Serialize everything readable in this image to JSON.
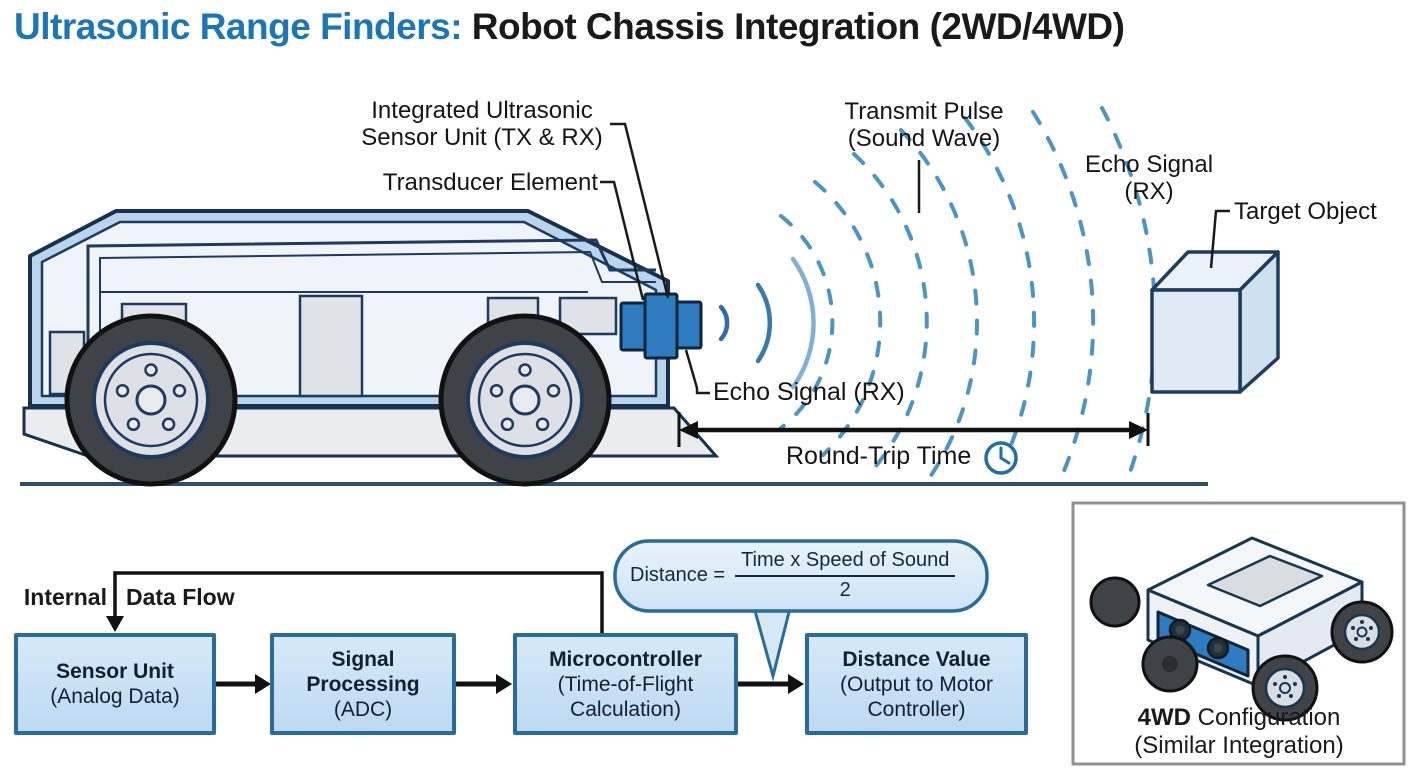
{
  "title": {
    "highlight": "Ultrasonic Range Finders:",
    "rest": " Robot Chassis Integration (2WD/4WD)"
  },
  "scene": {
    "labels": {
      "integrated_line1": "Integrated Ultrasonic",
      "integrated_line2": "Sensor Unit (TX & RX)",
      "transducer": "Transducer Element",
      "transmit_line1": "Transmit Pulse",
      "transmit_line2": "(Sound Wave)",
      "echo_top_line1": "Echo Signal",
      "echo_top_line2": "(RX)",
      "target_object": "Target Object",
      "echo_mid": "Echo Signal (RX)",
      "round_trip": "Round-Trip Time"
    },
    "icons": {
      "round_trip_clock": "clock-icon"
    }
  },
  "formula": {
    "lhs": "Distance =",
    "numerator": "Time x Speed of Sound",
    "denominator": "2"
  },
  "flow": {
    "label_internal": "Internal",
    "label_dataflow": "Data Flow",
    "boxes": [
      {
        "title": "Sensor Unit",
        "subtitle": "(Analog Data)"
      },
      {
        "title": "Signal\nProcessing",
        "subtitle": "(ADC)"
      },
      {
        "title": "Microcontroller",
        "subtitle": "(Time-of-Flight\nCalculation)"
      },
      {
        "title": "Distance Value",
        "subtitle": "(Output to Motor\nController)"
      }
    ]
  },
  "inset": {
    "caption_bold": "4WD",
    "caption_rest": " Configuration",
    "caption_line2": "(Similar Integration)"
  },
  "colors": {
    "title_accent": "#1b76b8",
    "navy_outline": "#1e3a5f",
    "body_band_blue": "#b9d4eb",
    "body_interior": "#eef4fa",
    "sensor_blue": "#2e7bbf",
    "wave_blue": "#4a94c8",
    "box_fill": "#c9e2f6",
    "box_border": "#2a6b9e",
    "ground": "#2c4f6e",
    "clock_blue": "#1f6fa8"
  }
}
